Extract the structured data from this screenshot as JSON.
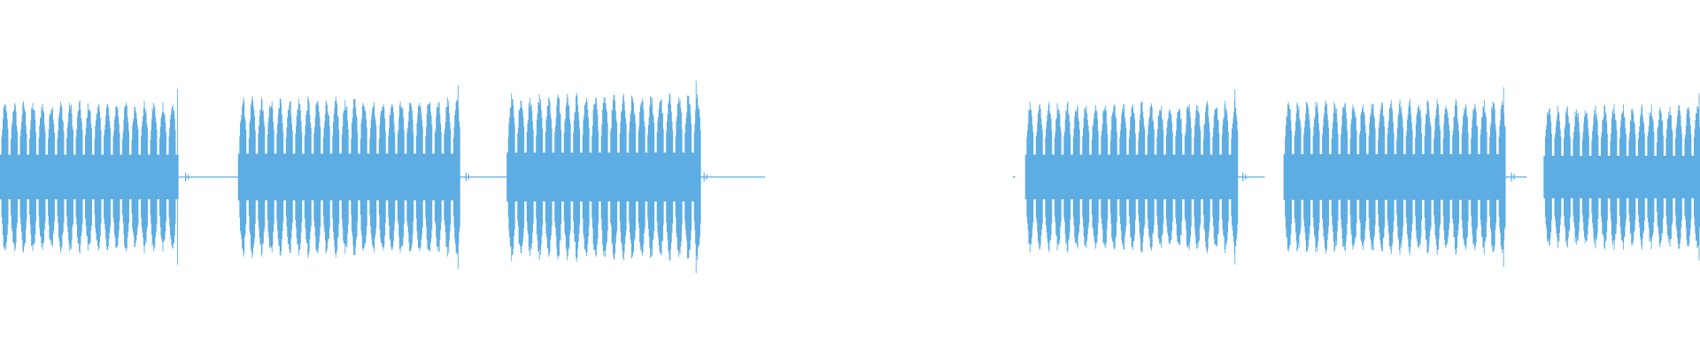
{
  "waveform": {
    "color": "#5DADE2",
    "segments": [
      {
        "start": 0.0,
        "end": 0.105,
        "amplitude": 0.42,
        "tail": 0.036
      },
      {
        "start": 0.14,
        "end": 0.27,
        "amplitude": 0.44,
        "tail": 0.028
      },
      {
        "start": 0.298,
        "end": 0.41,
        "amplitude": 0.46,
        "tail": 0.04
      },
      {
        "start": 0.603,
        "end": 0.727,
        "amplitude": 0.42,
        "tail": 0.017
      },
      {
        "start": 0.755,
        "end": 0.885,
        "amplitude": 0.43,
        "tail": 0.013
      },
      {
        "start": 0.908,
        "end": 1.0,
        "amplitude": 0.4,
        "tail": 0.0
      }
    ]
  }
}
